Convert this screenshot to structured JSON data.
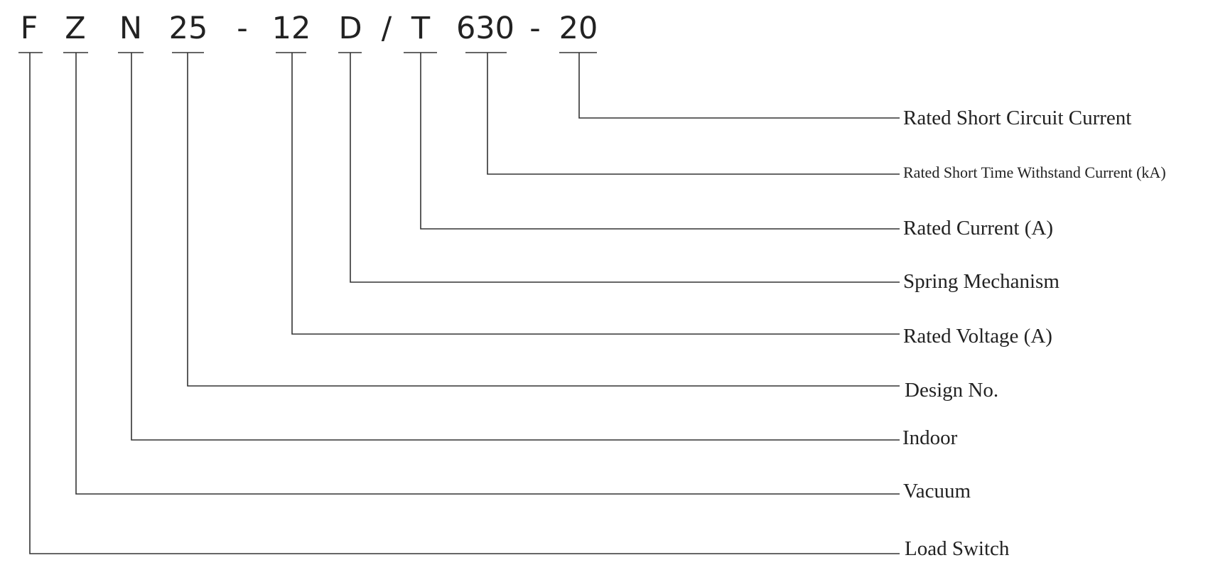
{
  "code_segments": [
    {
      "text": "F",
      "label": "Load Switch"
    },
    {
      "text": "Z",
      "label": "Vacuum"
    },
    {
      "text": "N",
      "label": "Indoor"
    },
    {
      "text": "25",
      "label": "Design No."
    },
    {
      "text": "12",
      "label": "Rated Voltage (A)"
    },
    {
      "text": "D",
      "label": "Spring Mechanism"
    },
    {
      "text": "T",
      "label": "Rated Current (A)"
    },
    {
      "text": "630",
      "label": "Rated Short Time Withstand Current (kA)"
    },
    {
      "text": "20",
      "label": "Rated Short Circuit Current"
    }
  ],
  "separators": [
    "-",
    "/",
    "-"
  ]
}
